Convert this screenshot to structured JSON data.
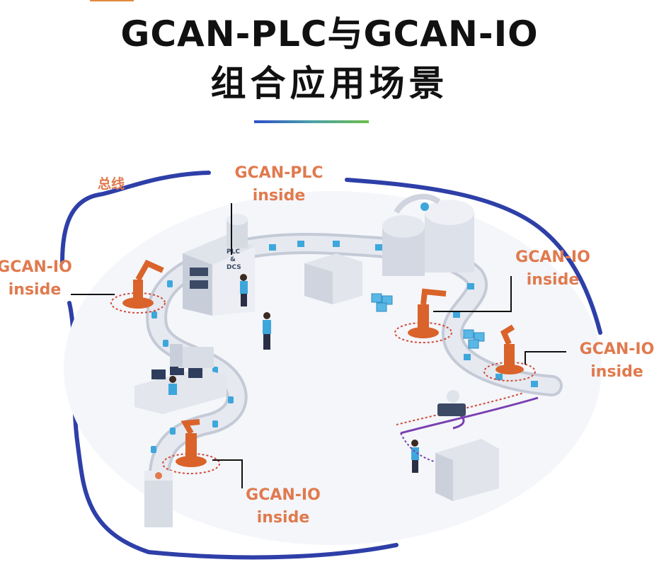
{
  "title": {
    "line1": "GCAN-PLC与GCAN-IO",
    "line2": "组合应用场景"
  },
  "bus_label": "总线",
  "labels": {
    "plc": {
      "line1": "GCAN-PLC",
      "line2": "inside"
    },
    "io_left": {
      "line1": "GCAN-IO",
      "line2": "inside"
    },
    "io_right_top": {
      "line1": "GCAN-IO",
      "line2": "inside"
    },
    "io_right_bottom": {
      "line1": "GCAN-IO",
      "line2": "inside"
    },
    "io_bottom": {
      "line1": "GCAN-IO",
      "line2": "inside"
    }
  },
  "cabinet_text": {
    "line1": "PLC",
    "line2": "&",
    "line3": "DCS"
  },
  "colors": {
    "bus_line": "#2e3fa8",
    "label_text": "#e07a4e",
    "robot_orange": "#d9632a",
    "conveyor": "#d9dde6",
    "box_blue": "#3da7dc",
    "agv_path": "#7a3fb0"
  }
}
